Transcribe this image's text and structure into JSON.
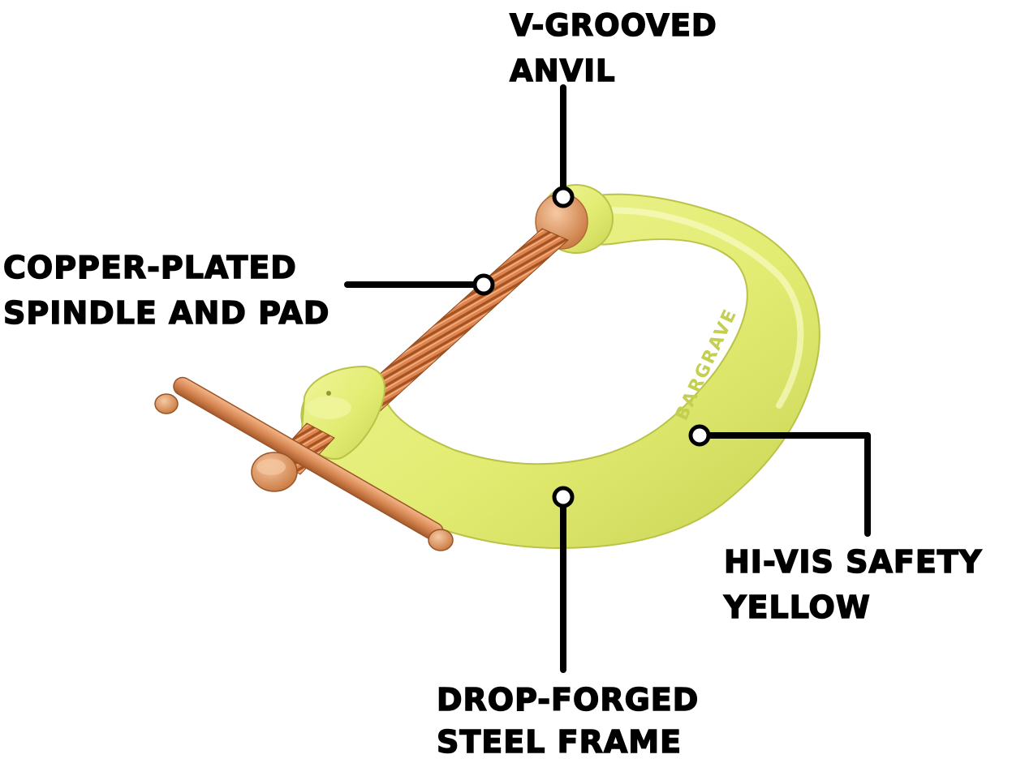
{
  "product": {
    "name": "C-clamp",
    "frame_color": "#e2ec72",
    "metal_color": "#d98a55",
    "frame_mark": "BARGRAVE"
  },
  "callouts": {
    "anvil": {
      "line1": "V-GROOVED",
      "line2": "ANVIL"
    },
    "spindle": {
      "line1": "COPPER-PLATED",
      "line2": "SPINDLE AND PAD"
    },
    "yellow": {
      "line1": "HI-VIS SAFETY",
      "line2": "YELLOW"
    },
    "frame": {
      "line1": "DROP-FORGED",
      "line2": "STEEL FRAME"
    }
  },
  "leader_color": "#000000"
}
